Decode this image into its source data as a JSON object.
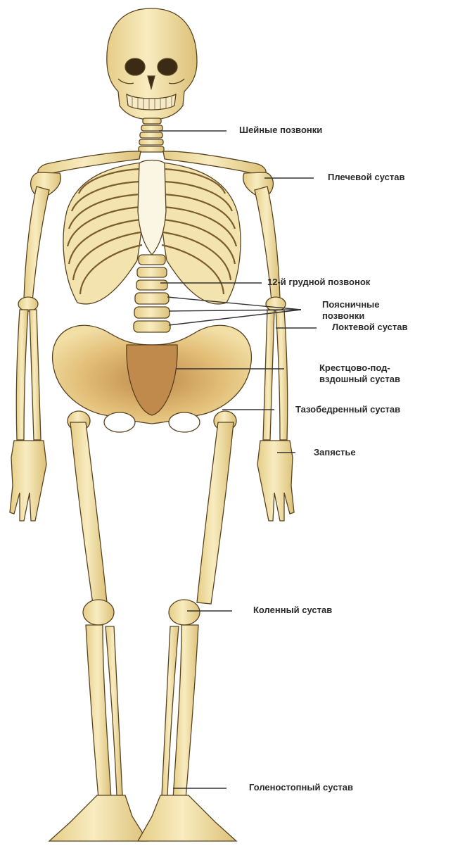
{
  "labels": {
    "cervical": "Шейные позвонки",
    "shoulder": "Плечевой сустав",
    "thoracic12": "12-й грудной позвонок",
    "lumbar_line1": "Поясничные",
    "lumbar_line2": "позвонки",
    "elbow": "Локтевой сустав",
    "sacroiliac_line1": "Крестцово-под-",
    "sacroiliac_line2": "вздошный сустав",
    "hip": "Тазобедренный сустав",
    "wrist": "Запястье",
    "knee": "Коленный сустав",
    "ankle": "Голеностопный сустав"
  },
  "colors": {
    "bone": "#f3e3ae",
    "bone_shadow": "#d9b866",
    "bone_dark": "#b98a3e",
    "outline": "#5a4320",
    "leader": "#333333",
    "label_text": "#2a2a2a",
    "background": "#ffffff"
  }
}
